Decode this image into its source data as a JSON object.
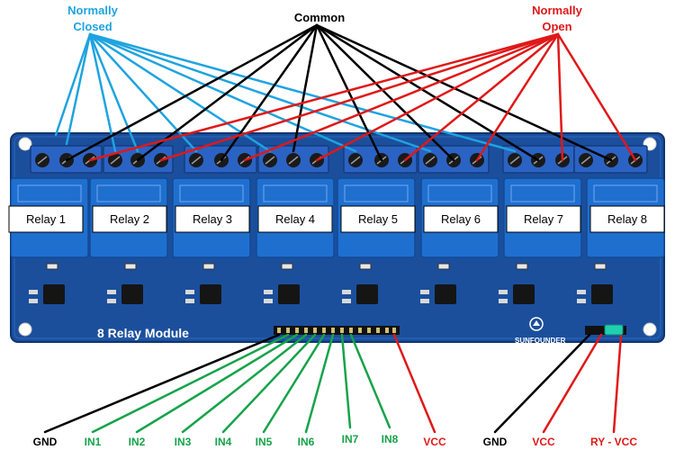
{
  "top_labels": {
    "normally_closed": [
      "Normally",
      "Closed"
    ],
    "common": "Common",
    "normally_open": [
      "Normally",
      "Open"
    ]
  },
  "relays": [
    "Relay 1",
    "Relay 2",
    "Relay 3",
    "Relay 4",
    "Relay 5",
    "Relay 6",
    "Relay 7",
    "Relay 8"
  ],
  "board": {
    "title": "8 Relay Module",
    "brand": "SUNFOUNDER"
  },
  "bottom_labels": [
    "GND",
    "IN1",
    "IN2",
    "IN3",
    "IN4",
    "IN5",
    "IN6",
    "IN7",
    "IN8",
    "VCC",
    "GND",
    "VCC",
    "RY - VCC"
  ],
  "colors": {
    "nc_wire": "#1fa3e0",
    "common_wire": "#000000",
    "no_wire": "#e01818",
    "input_wire": "#16a34a",
    "board": "#1b4f9c",
    "relay": "#1f6fcf",
    "terminal": "#2b63c4"
  }
}
